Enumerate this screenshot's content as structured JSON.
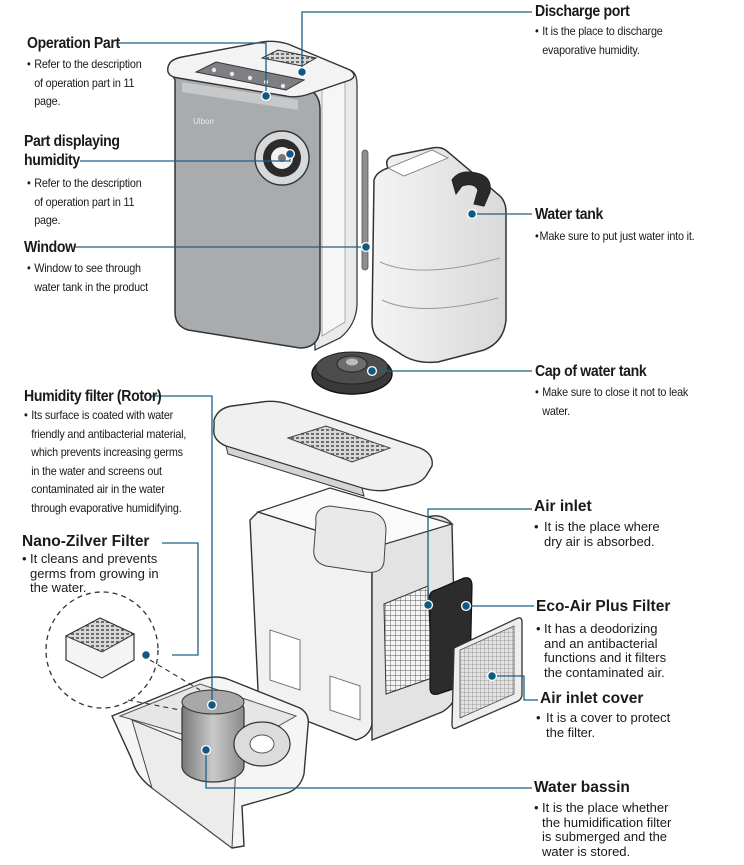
{
  "labels": {
    "operation_part": {
      "title": "Operation Part",
      "bullet": "•",
      "desc": "Refer to the description\nof operation part in 11\npage."
    },
    "humidity_display": {
      "title1": "Part displaying",
      "title2": "humidity",
      "bullet": "•",
      "desc": "Refer to the description\nof operation part in 11\npage."
    },
    "window": {
      "title": "Window",
      "bullet": "•",
      "desc": "Window to see through\nwater tank in the product"
    },
    "discharge_port": {
      "title": "Discharge port",
      "bullet": "•",
      "desc": "It is the place to discharge\nevaporative humidity."
    },
    "water_tank": {
      "title": "Water tank",
      "bullet": "•",
      "desc": "Make sure to put just water into it."
    },
    "cap_water_tank": {
      "title": "Cap of water tank",
      "bullet": "•",
      "desc": "Make sure to close it not to leak\nwater."
    },
    "humidity_filter": {
      "title": "Humidity filter (Rotor)",
      "bullet": "•",
      "desc": "Its surface is coated with water\nfriendly and antibacterial material,\nwhich prevents increasing germs\nin the water and screens out\ncontaminated air in the water\nthrough evaporative humidifying."
    },
    "nano_zilver": {
      "title": "Nano-Zilver Filter",
      "bullet": "•",
      "desc": "It  cleans and prevents\ngerms from growing in\nthe water."
    },
    "air_inlet": {
      "title": "Air inlet",
      "bullet": "•",
      "desc": "It is the place where\ndry air is absorbed."
    },
    "eco_air": {
      "title": "Eco-Air Plus Filter",
      "bullet": "•",
      "desc": "It has a deodorizing\nand an antibacterial\nfunctions and it filters\nthe contaminated air."
    },
    "air_inlet_cover": {
      "title": "Air inlet cover",
      "bullet": "•",
      "desc": "It is a cover to protect\nthe filter."
    },
    "water_bassin": {
      "title": "Water bassin",
      "bullet": "•",
      "desc": "It is the place whether\nthe humidification filter\nis submerged and the\nwater is stored."
    }
  },
  "brand_mark": "Ulbon",
  "colors": {
    "leader": "#1f5f86",
    "marker": "#0f5a83",
    "body_gray": "#a9acaf",
    "body_light": "#eeeeef",
    "outline": "#333333"
  }
}
